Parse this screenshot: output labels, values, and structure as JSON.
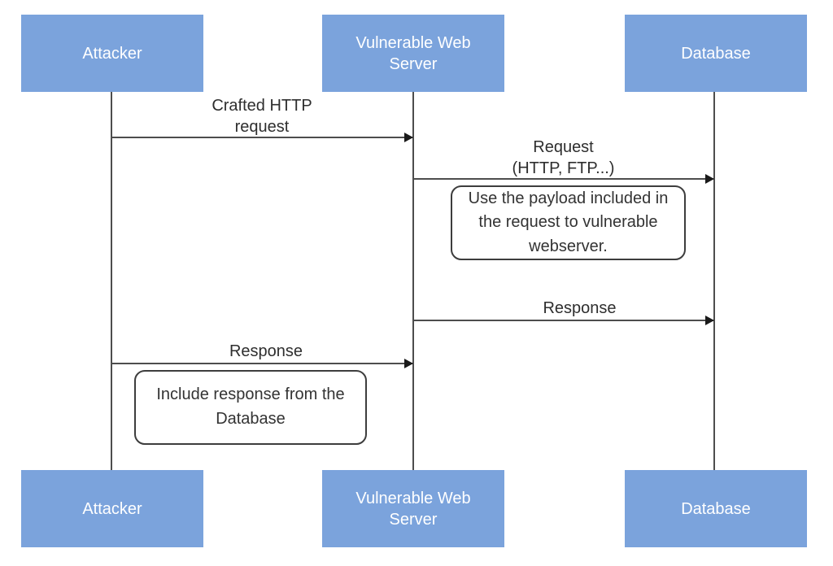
{
  "diagram": {
    "type": "sequence-diagram",
    "colors": {
      "actor_fill": "#7BA3DC",
      "actor_text": "#FFFFFF",
      "line": "#4D4D4D",
      "arrowhead": "#1A1A1A",
      "note_border": "#3D3D3D",
      "note_text": "#333333",
      "label_text": "#2E2E2E",
      "background": "#FFFFFF"
    },
    "actors": [
      {
        "id": "attacker",
        "label": "Attacker"
      },
      {
        "id": "vulnerable-web-server",
        "label": "Vulnerable Web\nServer"
      },
      {
        "id": "database",
        "label": "Database"
      }
    ],
    "messages": [
      {
        "from": "attacker",
        "to": "vulnerable-web-server",
        "label": "Crafted HTTP\nrequest"
      },
      {
        "from": "vulnerable-web-server",
        "to": "database",
        "label": "Request\n(HTTP, FTP...)"
      },
      {
        "from": "vulnerable-web-server",
        "to": "database",
        "label": "Response"
      },
      {
        "from": "attacker",
        "to": "vulnerable-web-server",
        "label": "Response"
      }
    ],
    "notes": [
      {
        "text": "Use the payload included in\nthe request to vulnerable\nwebserver."
      },
      {
        "text": "Include response from the\nDatabase"
      }
    ]
  }
}
